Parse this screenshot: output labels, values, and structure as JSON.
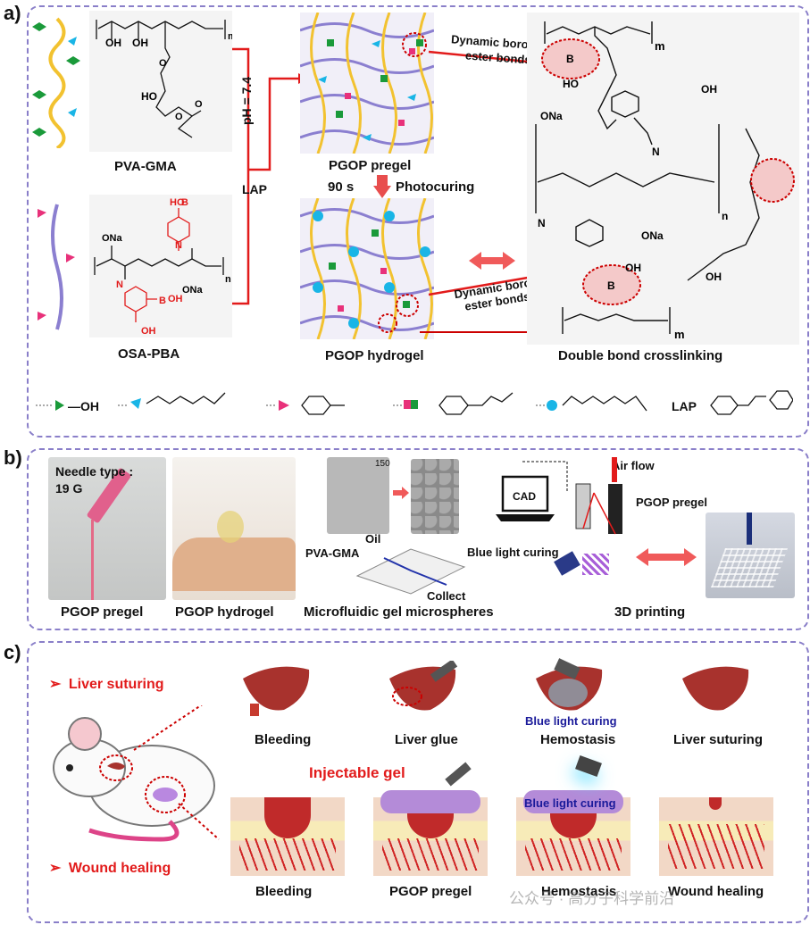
{
  "panel_a": {
    "label": "a)",
    "pva_gma": "PVA-GMA",
    "osa_pba": "OSA-PBA",
    "ph": "pH = 7.4",
    "lap": "LAP",
    "pregel": "PGOP pregel",
    "photocuring_time": "90 s",
    "photocuring": "Photocuring",
    "hydrogel": "PGOP hydrogel",
    "boronic_top_1": "Dynamic boronic",
    "boronic_top_2": "ester bonds",
    "boronic_bot_1": "Dynamic boronic",
    "boronic_bot_2": "ester bonds",
    "double_bond": "Double bond crosslinking",
    "chem": {
      "oh": "OH",
      "ho": "HO",
      "b": "B",
      "m": "m",
      "n": "n",
      "ona": "ONa",
      "o": "O",
      "n_atom": "N",
      "oh_b": "OH"
    },
    "legend": {
      "oh": "—OH",
      "lap": "LAP",
      "icons": [
        "green-pentagon-icon",
        "cyan-wedge-icon",
        "pink-bowtie-icon",
        "red-green-pair-icon",
        "blue-dot-icon"
      ]
    }
  },
  "panel_b": {
    "label": "b)",
    "needle_1": "Needle type :",
    "needle_2": "19 G",
    "pregel": "PGOP pregel",
    "hydrogel": "PGOP hydrogel",
    "micro_scale": "150",
    "oil": "Oil",
    "pva_gma": "PVA-GMA",
    "collect": "Collect",
    "microfluidic": "Microfluidic gel microspheres",
    "cad": "CAD",
    "air_flow": "Air flow",
    "pregel_3d": "PGOP pregel",
    "blue_light": "Blue light curing",
    "printing": "3D printing"
  },
  "panel_c": {
    "label": "c)",
    "liver_suturing": "Liver suturing",
    "wound_healing": "Wound healing",
    "injectable": "Injectable gel",
    "liver_steps": [
      "Bleeding",
      "Liver glue",
      "Hemostasis",
      "Liver suturing"
    ],
    "wound_steps": [
      "Bleeding",
      "PGOP pregel",
      "Hemostasis",
      "Wound healing"
    ],
    "blue_curing_1": "Blue light curing",
    "blue_curing_2": "Blue light curing",
    "bullet": "➢"
  },
  "watermark": "公众号 · 高分子科学前沿",
  "colors": {
    "panel_border": "#8a7fc9",
    "red": "#e21b1b",
    "pva": "#f2c230",
    "osa": "#8b7fd0",
    "liver": "#a8322d",
    "blue_light": "#1a1a9a"
  }
}
